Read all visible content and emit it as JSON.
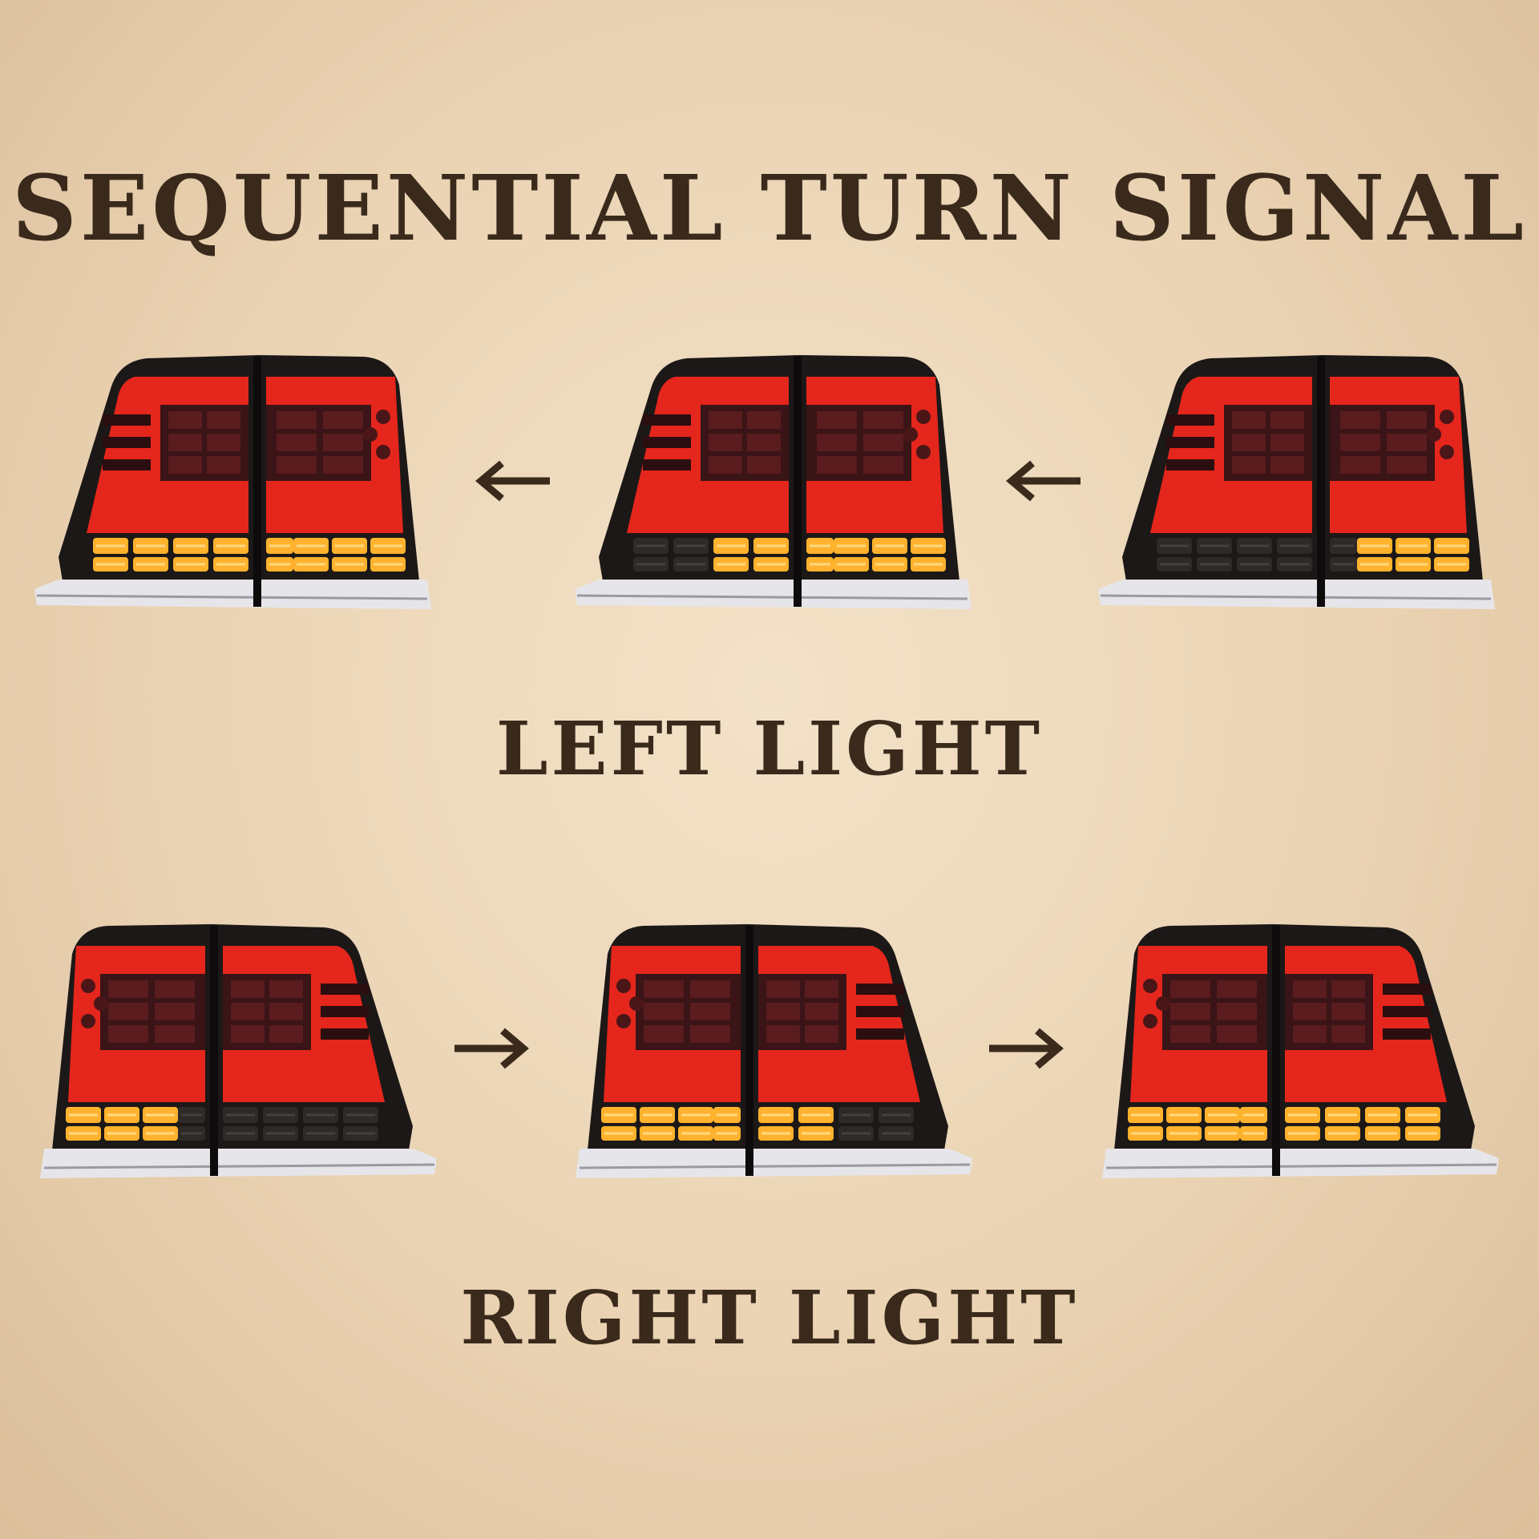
{
  "title": "SEQUENTIAL TURN SIGNAL",
  "left_section": {
    "label": "LEFT LIGHT",
    "frames": [
      {
        "lit_segments": 8
      },
      {
        "lit_segments": 6
      },
      {
        "lit_segments": 3
      }
    ]
  },
  "right_section": {
    "label": "RIGHT LIGHT",
    "frames": [
      {
        "lit_segments": 3
      },
      {
        "lit_segments": 6
      },
      {
        "lit_segments": 8
      }
    ]
  },
  "arrows": {
    "left_row": "arrow-left-icon",
    "right_row": "arrow-right-icon"
  },
  "colors": {
    "text": "#3a2a1c",
    "lens_red": "#e5261c",
    "amber": "#ffb22e",
    "housing": "#1c1817",
    "chrome": "#e6e6ea"
  }
}
